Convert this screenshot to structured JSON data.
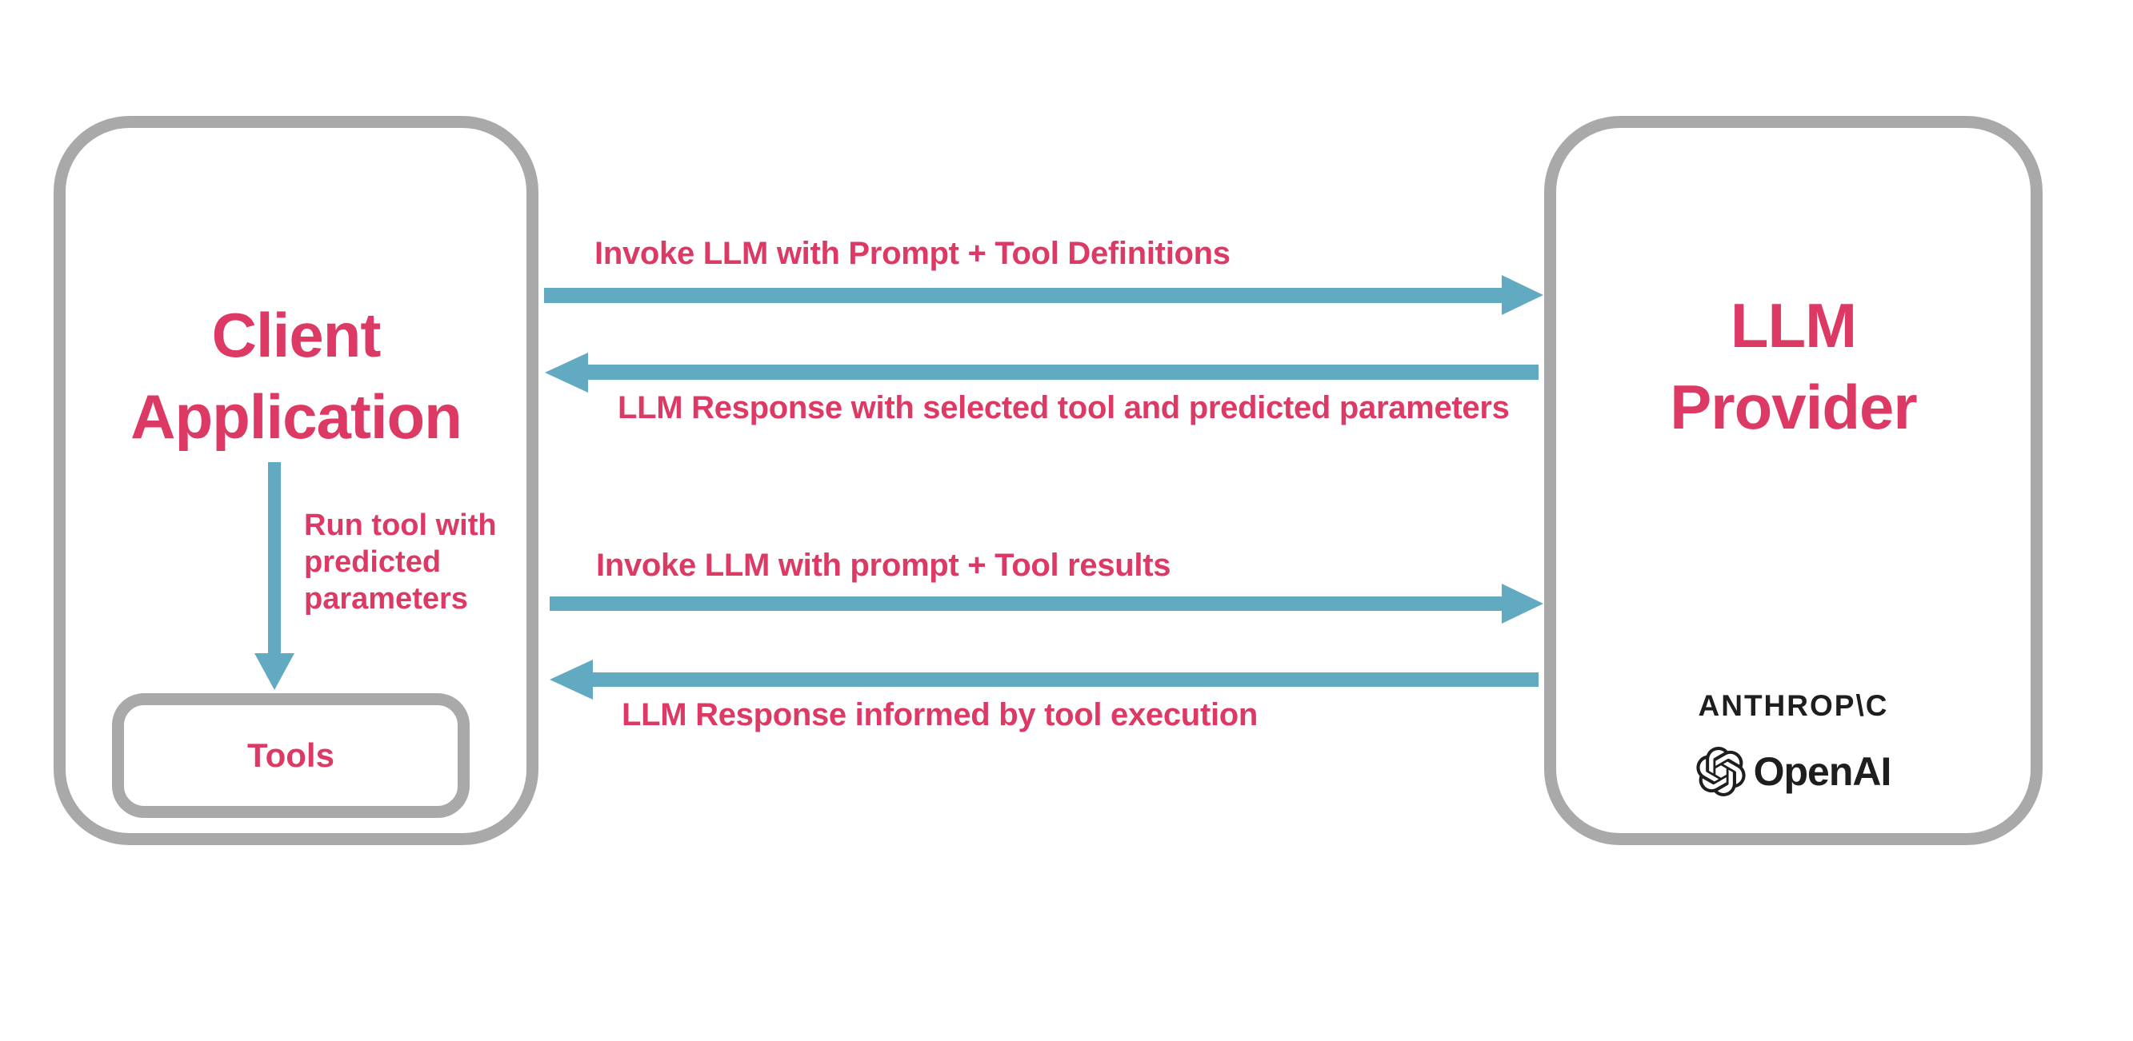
{
  "client_box": {
    "title_line1": "Client",
    "title_line2": "Application",
    "tools_label": "Tools",
    "run_tool_label": "Run tool with\npredicted\nparameters"
  },
  "llm_box": {
    "title_line1": "LLM",
    "title_line2": "Provider",
    "anthropic_wordmark": "ANTHROP\\C",
    "openai_wordmark": "OpenAI"
  },
  "arrows": [
    {
      "direction": "right",
      "from": "client",
      "to": "llm-provider",
      "label": "Invoke LLM with Prompt + Tool Definitions"
    },
    {
      "direction": "left",
      "from": "llm-provider",
      "to": "client",
      "label": "LLM Response with selected tool and predicted parameters"
    },
    {
      "direction": "right",
      "from": "client",
      "to": "llm-provider",
      "label": "Invoke LLM with prompt + Tool results"
    },
    {
      "direction": "left",
      "from": "llm-provider",
      "to": "client",
      "label": "LLM Response informed by tool execution"
    }
  ],
  "vertical_arrow": {
    "direction": "down",
    "from": "client-application",
    "to": "tools"
  },
  "icons": {
    "openai": "openai-knot-icon"
  },
  "colors": {
    "accent_pink": "#dc3a64",
    "arrow_blue": "#62a9c2",
    "border_grey": "#a9a9a9",
    "logo_dark": "#1e1e1e",
    "background": "#ffffff"
  }
}
